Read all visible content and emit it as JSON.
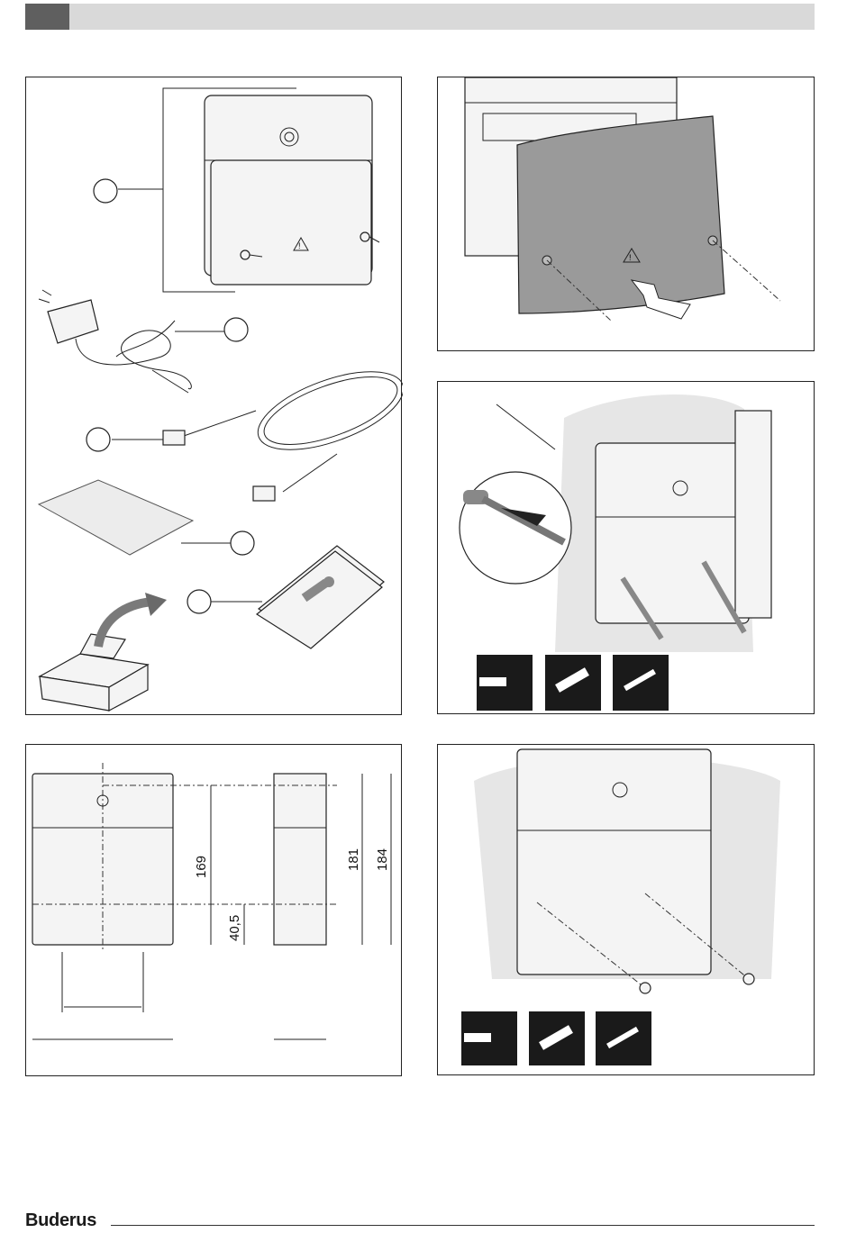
{
  "header": {
    "tab_color": "#5f5f5f",
    "bar_color": "#d9d9d9"
  },
  "brand": {
    "logo": "Buderus"
  },
  "figures": [
    {
      "id": "scope-of-delivery",
      "callouts": 5,
      "icons": [
        "adapter-icon",
        "box-icon",
        "info-sheet-icon"
      ]
    },
    {
      "id": "remove-cover",
      "icons": [
        "warning-icon",
        "arrow-icon",
        "screw-icon"
      ]
    },
    {
      "id": "wall-mounting",
      "tools": [
        "drill-icon",
        "wall-plug-icon",
        "screw-icon"
      ]
    },
    {
      "id": "dimensions",
      "dimensions": [
        "169",
        "40,5",
        "181",
        "184"
      ]
    },
    {
      "id": "fix-screws",
      "tools": [
        "drill-icon",
        "wall-plug-icon",
        "screw-icon"
      ]
    }
  ]
}
